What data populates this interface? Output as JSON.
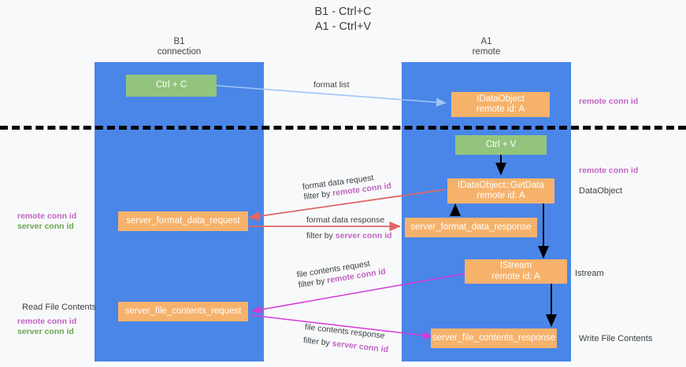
{
  "title": "B1 - Ctrl+C\nA1 - Ctrl+V",
  "colors": {
    "lane": "#4a86e8",
    "green_node": "#93c47d",
    "orange_node": "#f6b26b",
    "purple_text": "#c264c2",
    "green_text": "#6aa84f",
    "arrow_blue": "#9fc5f8",
    "arrow_red": "#e06666",
    "arrow_magenta": "#d53ad5",
    "arrow_black": "#000000",
    "background": "#f8f9fa",
    "divider": "#000000"
  },
  "lanes": [
    {
      "id": "b1",
      "title": "B1\nconnection"
    },
    {
      "id": "a1",
      "title": "A1\nremote"
    }
  ],
  "nodes": {
    "ctrl_c": "Ctrl + C",
    "ctrl_v": "Ctrl + V",
    "idataobject": "IDataObject\nremote id: A",
    "idataobject_getdata": "IDataObject::GetData\nremote id: A",
    "server_format_data_request": "server_format_data_request",
    "server_format_data_response": "server_format_data_response",
    "istream": "IStream\nremote id: A",
    "server_file_contents_request": "server_file_contents_request",
    "server_file_contents_response": "server_file_contents_response"
  },
  "edges": {
    "format_list": "format list",
    "format_data_request": "format data request",
    "format_data_request_filter_prefix": "filter by ",
    "format_data_request_filter_key": "remote conn id",
    "format_data_response": "format data response",
    "format_data_response_filter_prefix": "filter by ",
    "format_data_response_filter_key": "server conn id",
    "file_contents_request": "file contents request",
    "file_contents_request_filter_prefix": "filter by ",
    "file_contents_request_filter_key": "remote conn id",
    "file_contents_response": "file contents response",
    "file_contents_response_filter_prefix": "filter by ",
    "file_contents_response_filter_key": "server conn id"
  },
  "side_labels": {
    "remote_conn_id_top": "remote conn id",
    "remote_conn_id_mid": "remote conn id",
    "dataobject": "DataObject",
    "istream": "Istream",
    "write_file_contents": "Write File Contents",
    "read_file_contents": "Read File Contents",
    "left_legend_mid_purple": "remote conn id",
    "left_legend_mid_green": "server conn id",
    "left_legend_bottom_purple": "remote conn id",
    "left_legend_bottom_green": "server conn id"
  }
}
